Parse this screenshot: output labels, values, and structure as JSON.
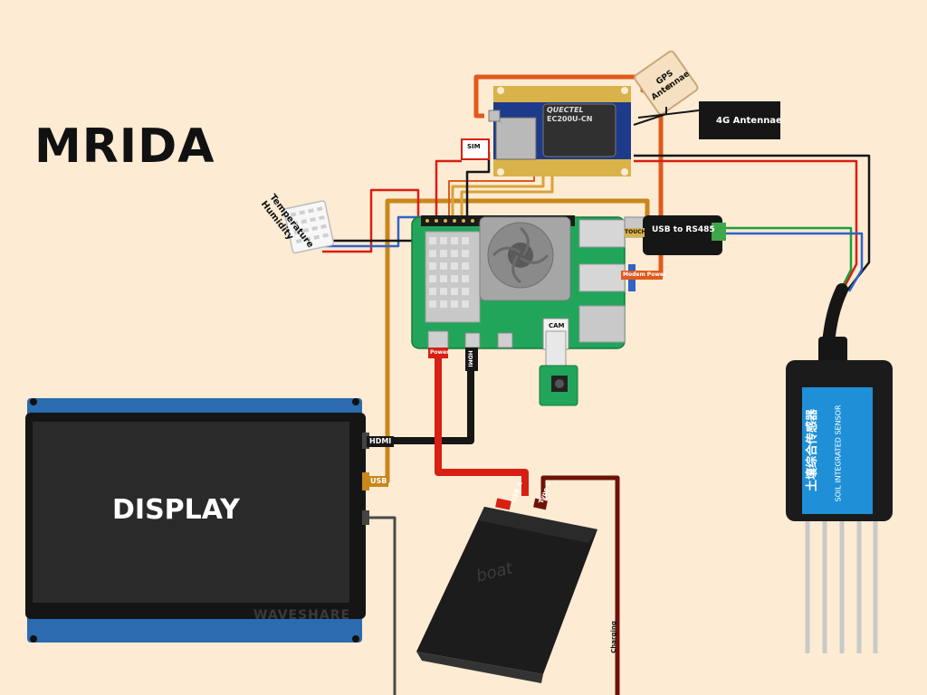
{
  "title": "MRIDA",
  "components": {
    "display": {
      "label": "DISPLAY",
      "brand": "WAVESHARE"
    },
    "gps": {
      "label": "GPS Antennae"
    },
    "antenna_4g": {
      "label": "4G Antennae"
    },
    "modem": {
      "chip_brand": "QUECTEL",
      "chip_model": "EC200U-CN"
    },
    "sim": {
      "label": "SIM"
    },
    "sensor_th": {
      "label": "Temperature Humidity"
    },
    "usb_rs485": {
      "label": "USB to RS485"
    },
    "camera": {
      "label": "CAM"
    },
    "power_bank": {
      "brand": "boat"
    },
    "soil_sensor": {
      "cn_text": "土壤综合传感器",
      "en_text": "SOIL INTEGRATED SENSOR"
    }
  },
  "port_labels": {
    "hdmi_display": "HDMI",
    "usb_display": "USB",
    "power": "Power",
    "hdmi_pi": "HDMI",
    "usb_a": "USB A",
    "type_c": "Type C",
    "charging": "Charging",
    "modem_power": "Modem Power",
    "touch": "TOUCH"
  },
  "colors": {
    "background": "#fdebd3",
    "wire_red": "#d71f14",
    "wire_black": "#161616",
    "wire_orange": "#e1591c",
    "wire_gold": "#c8861c",
    "wire_darkred": "#6e1208",
    "wire_green": "#1f9e3a",
    "wire_blue": "#2f63c8"
  }
}
